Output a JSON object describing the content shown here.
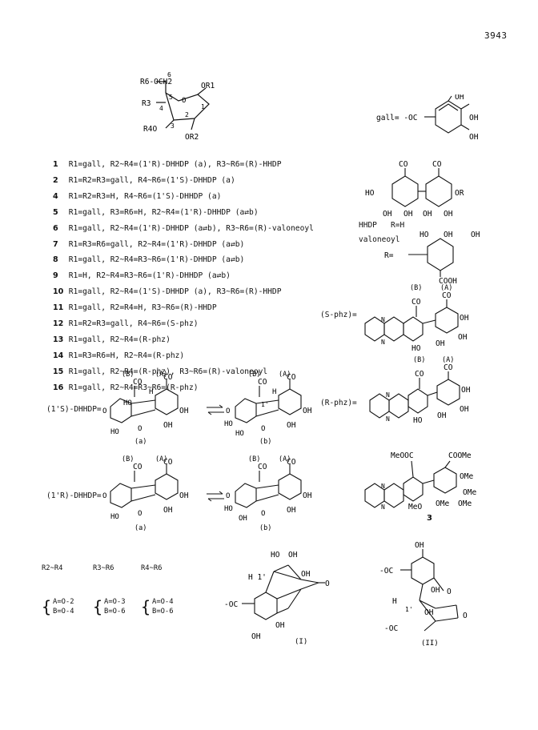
{
  "page_number": "3943",
  "compounds": [
    {
      "num": "1",
      "text": "R1=gall, R2~R4=(1'R)-DHHDP (a), R3~R6=(R)-HHDP"
    },
    {
      "num": "2",
      "text": "R1=R2=R3=gall, R4~R6=(1'S)-DHHDP (a)"
    },
    {
      "num": "4",
      "text": "R1=R2=R3=H, R4~R6=(1'S)-DHHDP (a)"
    },
    {
      "num": "5",
      "text": "R1=gall, R3=R6=H, R2~R4=(1'R)-DHHDP (a⇄b)"
    },
    {
      "num": "6",
      "text": "R1=gall, R2~R4=(1'R)-DHHDP (a⇄b), R3~R6=(R)-valoneoyl"
    },
    {
      "num": "7",
      "text": "R1=R3=R6=gall, R2~R4=(1'R)-DHHDP (a⇄b)"
    },
    {
      "num": "8",
      "text": "R1=gall, R2~R4=R3~R6=(1'R)-DHHDP (a⇄b)"
    },
    {
      "num": "9",
      "text": "R1=H, R2~R4=R3~R6=(1'R)-DHHDP (a⇄b)"
    },
    {
      "num": "10",
      "text": "R1=gall, R2~R4=(1'S)-DHHDP (a), R3~R6=(R)-HHDP"
    },
    {
      "num": "11",
      "text": "R1=gall, R2=R4=H, R3~R6=(R)-HHDP"
    },
    {
      "num": "12",
      "text": "R1=R2=R3=gall, R4~R6=(S-phz)"
    },
    {
      "num": "13",
      "text": "R1=gall, R2~R4=(R-phz)"
    },
    {
      "num": "14",
      "text": "R1=R3=R6=H, R2~R4=(R-phz)"
    },
    {
      "num": "15",
      "text": "R1=gall, R2~R4=(R-phz), R3~R6=(R)-valoneoyl"
    },
    {
      "num": "16",
      "text": "R1=gall, R2~R4=R3~R6=(R-phz)"
    }
  ],
  "glucose": {
    "r6": "R6-OCH2",
    "c6": "6",
    "c5": "5",
    "c4": "4",
    "c3": "3",
    "c2": "2",
    "c1": "1",
    "r1": "OR1",
    "r3": "R3",
    "r4o": "R4O",
    "or2": "OR2",
    "o": "O"
  },
  "gall": {
    "label": "gall= -OC",
    "oh": "OH"
  },
  "hhdp": {
    "co": "CO",
    "ho": "HO",
    "oh": "OH",
    "or": "OR",
    "hhdp_label": "HHDP   R=H",
    "valoneoyl_label": "valoneoyl",
    "r_eq": "R=",
    "cooh": "COOH"
  },
  "phz": {
    "s_label": "(S-phz)=",
    "r_label": "(R-phz)=",
    "b": "(B)",
    "a": "(A)",
    "co": "CO",
    "ho": "HO",
    "oh": "OH",
    "n": "N"
  },
  "dhhdp": {
    "s_label": "(1'S)-DHHDP=",
    "r_label": "(1'R)-DHHDP=",
    "a": "(a)",
    "b": "(b)",
    "ring_b": "(B)",
    "ring_a": "(A)",
    "co": "CO",
    "oh": "OH",
    "ho": "HO",
    "h": "H",
    "o": "O",
    "one_prime": "1'"
  },
  "compound3": {
    "meooc": "MeOOC",
    "coome": "COOMe",
    "ome": "OMe",
    "meo": "MeO",
    "n": "N",
    "label": "3"
  },
  "legend": {
    "col1_head": "R2~R4",
    "col1_a": "A=O-2",
    "col1_b": "B=O-4",
    "col2_head": "R3~R6",
    "col2_a": "A=O-3",
    "col2_b": "B=O-6",
    "col3_head": "R4~R6",
    "col3_a": "A=O-4",
    "col3_b": "B=O-6"
  },
  "structure_I": {
    "label": "(I)",
    "ho": "HO",
    "oh": "OH",
    "h1": "H 1'",
    "oc": "-OC",
    "o": "O"
  },
  "structure_II": {
    "label": "(II)",
    "oh": "OH",
    "oc": "-OC",
    "oc2": "-OC",
    "h": "H",
    "o": "O",
    "one_prime": "1'"
  }
}
